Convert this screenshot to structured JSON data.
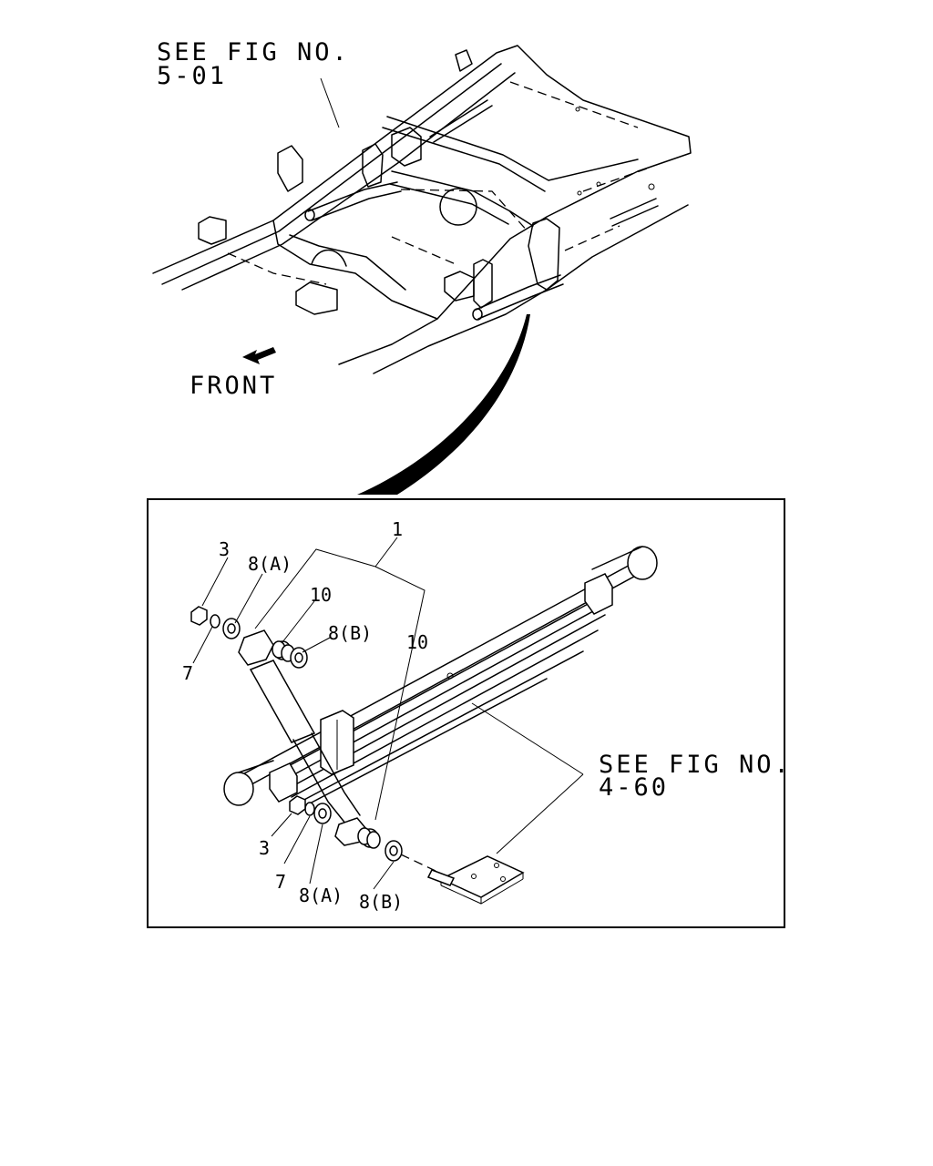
{
  "upper_view": {
    "frame_reference": [
      "SEE FIG NO.",
      "5-01"
    ],
    "direction_label": "FRONT"
  },
  "detail_view": {
    "callouts": {
      "leaf_spring": "1",
      "nut_upper": "3",
      "nut_lower": "3",
      "washer_upper": "7",
      "washer_lower": "7",
      "bushing_a_upper": "8(A)",
      "bushing_a_lower": "8(A)",
      "bushing_b_upper": "8(B)",
      "bushing_b_lower": "8(B)",
      "shock_upper": "10",
      "shock_lower": "10"
    },
    "reference": [
      "SEE FIG NO.",
      "4-60"
    ]
  }
}
